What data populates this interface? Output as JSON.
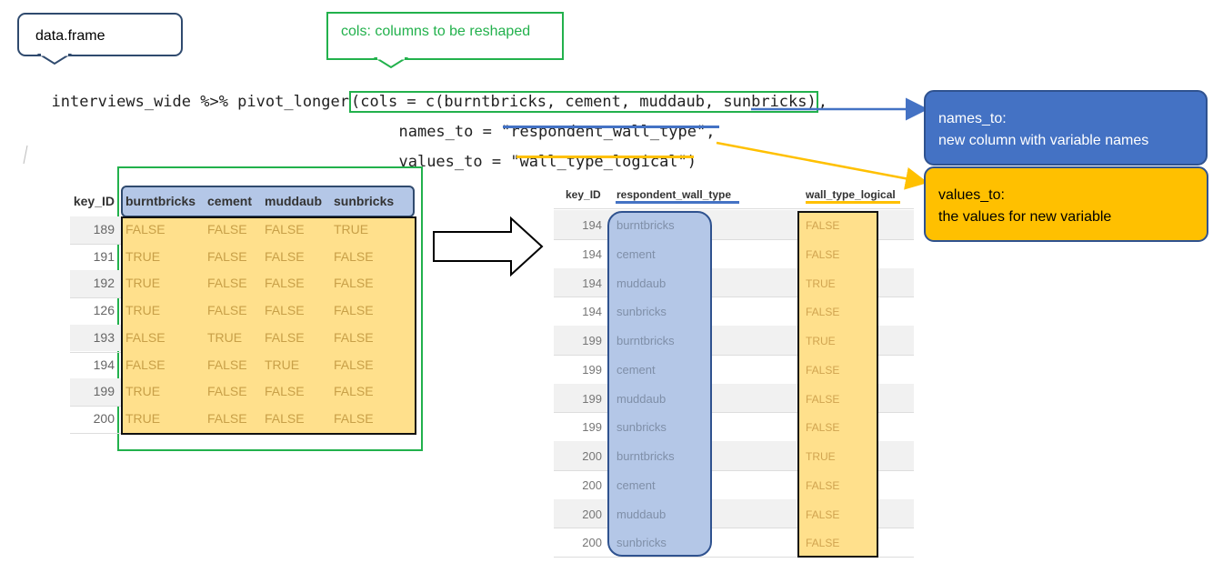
{
  "callouts": {
    "dataframe": "data.frame",
    "cols": "cols: columns to be reshaped",
    "names_to_title": "names_to:",
    "names_to_desc": "new column with variable names",
    "values_to_title": "values_to:",
    "values_to_desc": "the values for new variable"
  },
  "code": {
    "line1_prefix": "interviews_wide %>% pivot_longer",
    "line1_args": "(cols = c(burntbricks, cement, muddaub, sunbricks)",
    "line1_comma": ",",
    "line2_prefix": "names_to = ",
    "line2_value": "\"respondent_wall_type\"",
    "line2_suffix": ",",
    "line3_prefix": "values_to = ",
    "line3_value": "\"wall_type_logical\"",
    "line3_suffix": ")"
  },
  "wide_table": {
    "headers": [
      "key_ID",
      "burntbricks",
      "cement",
      "muddaub",
      "sunbricks"
    ],
    "rows": [
      [
        "189",
        "FALSE",
        "FALSE",
        "FALSE",
        "TRUE"
      ],
      [
        "191",
        "TRUE",
        "FALSE",
        "FALSE",
        "FALSE"
      ],
      [
        "192",
        "TRUE",
        "FALSE",
        "FALSE",
        "FALSE"
      ],
      [
        "126",
        "TRUE",
        "FALSE",
        "FALSE",
        "FALSE"
      ],
      [
        "193",
        "FALSE",
        "TRUE",
        "FALSE",
        "FALSE"
      ],
      [
        "194",
        "FALSE",
        "FALSE",
        "TRUE",
        "FALSE"
      ],
      [
        "199",
        "TRUE",
        "FALSE",
        "FALSE",
        "FALSE"
      ],
      [
        "200",
        "TRUE",
        "FALSE",
        "FALSE",
        "FALSE"
      ]
    ]
  },
  "long_table": {
    "headers": [
      "key_ID",
      "respondent_wall_type",
      "wall_type_logical"
    ],
    "rows": [
      [
        "194",
        "burntbricks",
        "FALSE"
      ],
      [
        "194",
        "cement",
        "FALSE"
      ],
      [
        "194",
        "muddaub",
        "TRUE"
      ],
      [
        "194",
        "sunbricks",
        "FALSE"
      ],
      [
        "199",
        "burntbricks",
        "TRUE"
      ],
      [
        "199",
        "cement",
        "FALSE"
      ],
      [
        "199",
        "muddaub",
        "FALSE"
      ],
      [
        "199",
        "sunbricks",
        "FALSE"
      ],
      [
        "200",
        "burntbricks",
        "TRUE"
      ],
      [
        "200",
        "cement",
        "FALSE"
      ],
      [
        "200",
        "muddaub",
        "FALSE"
      ],
      [
        "200",
        "sunbricks",
        "FALSE"
      ]
    ]
  },
  "colors": {
    "green": "#22b14c",
    "blue": "#4472c4",
    "gold": "#ffc000",
    "light_blue": "#b4c7e7",
    "light_gold": "#ffe08c"
  }
}
